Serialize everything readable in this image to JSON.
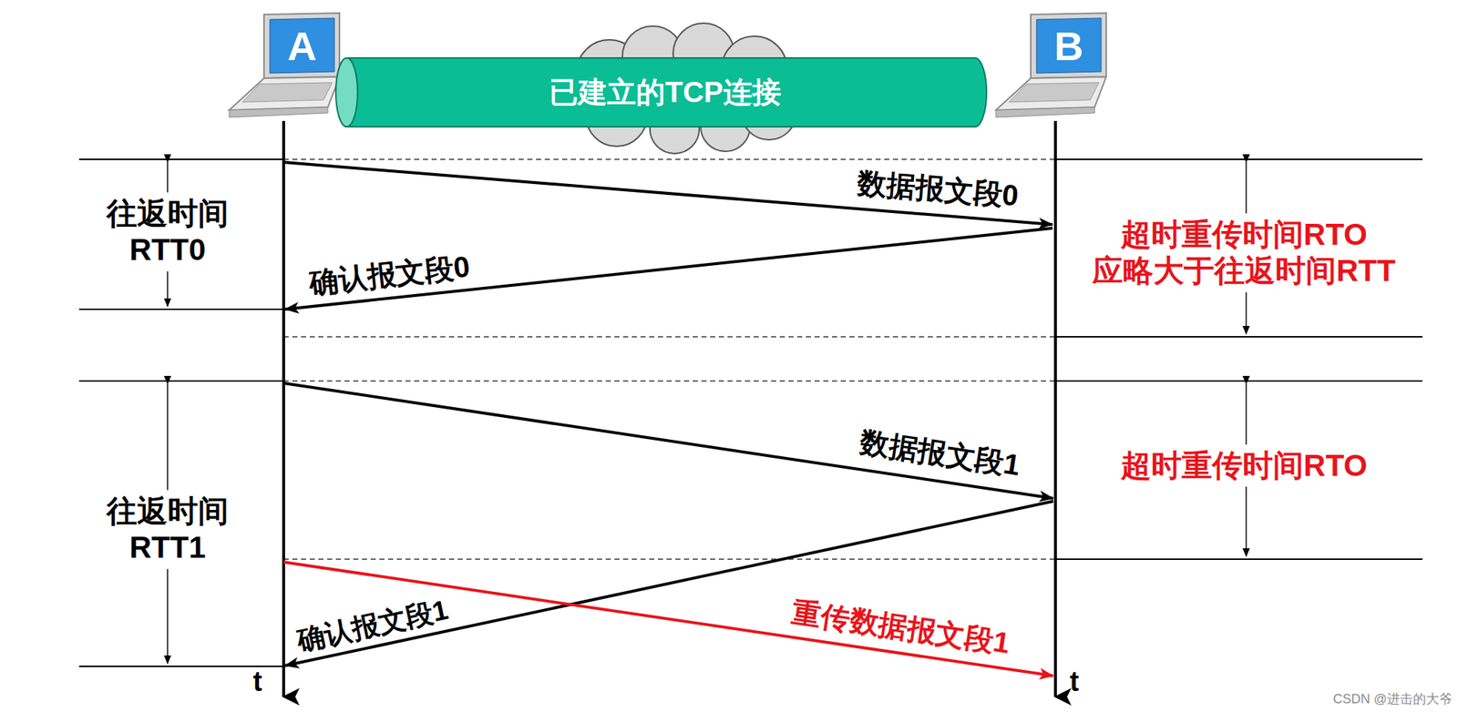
{
  "diagram": {
    "nodes": [
      {
        "text": [
          "A"
        ]
      },
      {
        "text": [
          "已建立的TCP连接"
        ]
      },
      {
        "text": [
          "B"
        ]
      }
    ],
    "labels": [
      "数据报文段0",
      "确认报文段0",
      "往返时间 RTT0",
      "超时重传时间RTO 应略大于往返时间RTT",
      "数据报文段1",
      "往返时间 RTT1",
      "超时重传时间RTO",
      "确认报文段1",
      "重传数据报文段1",
      "t",
      "t",
      "CSDN @进击的大爷"
    ]
  }
}
